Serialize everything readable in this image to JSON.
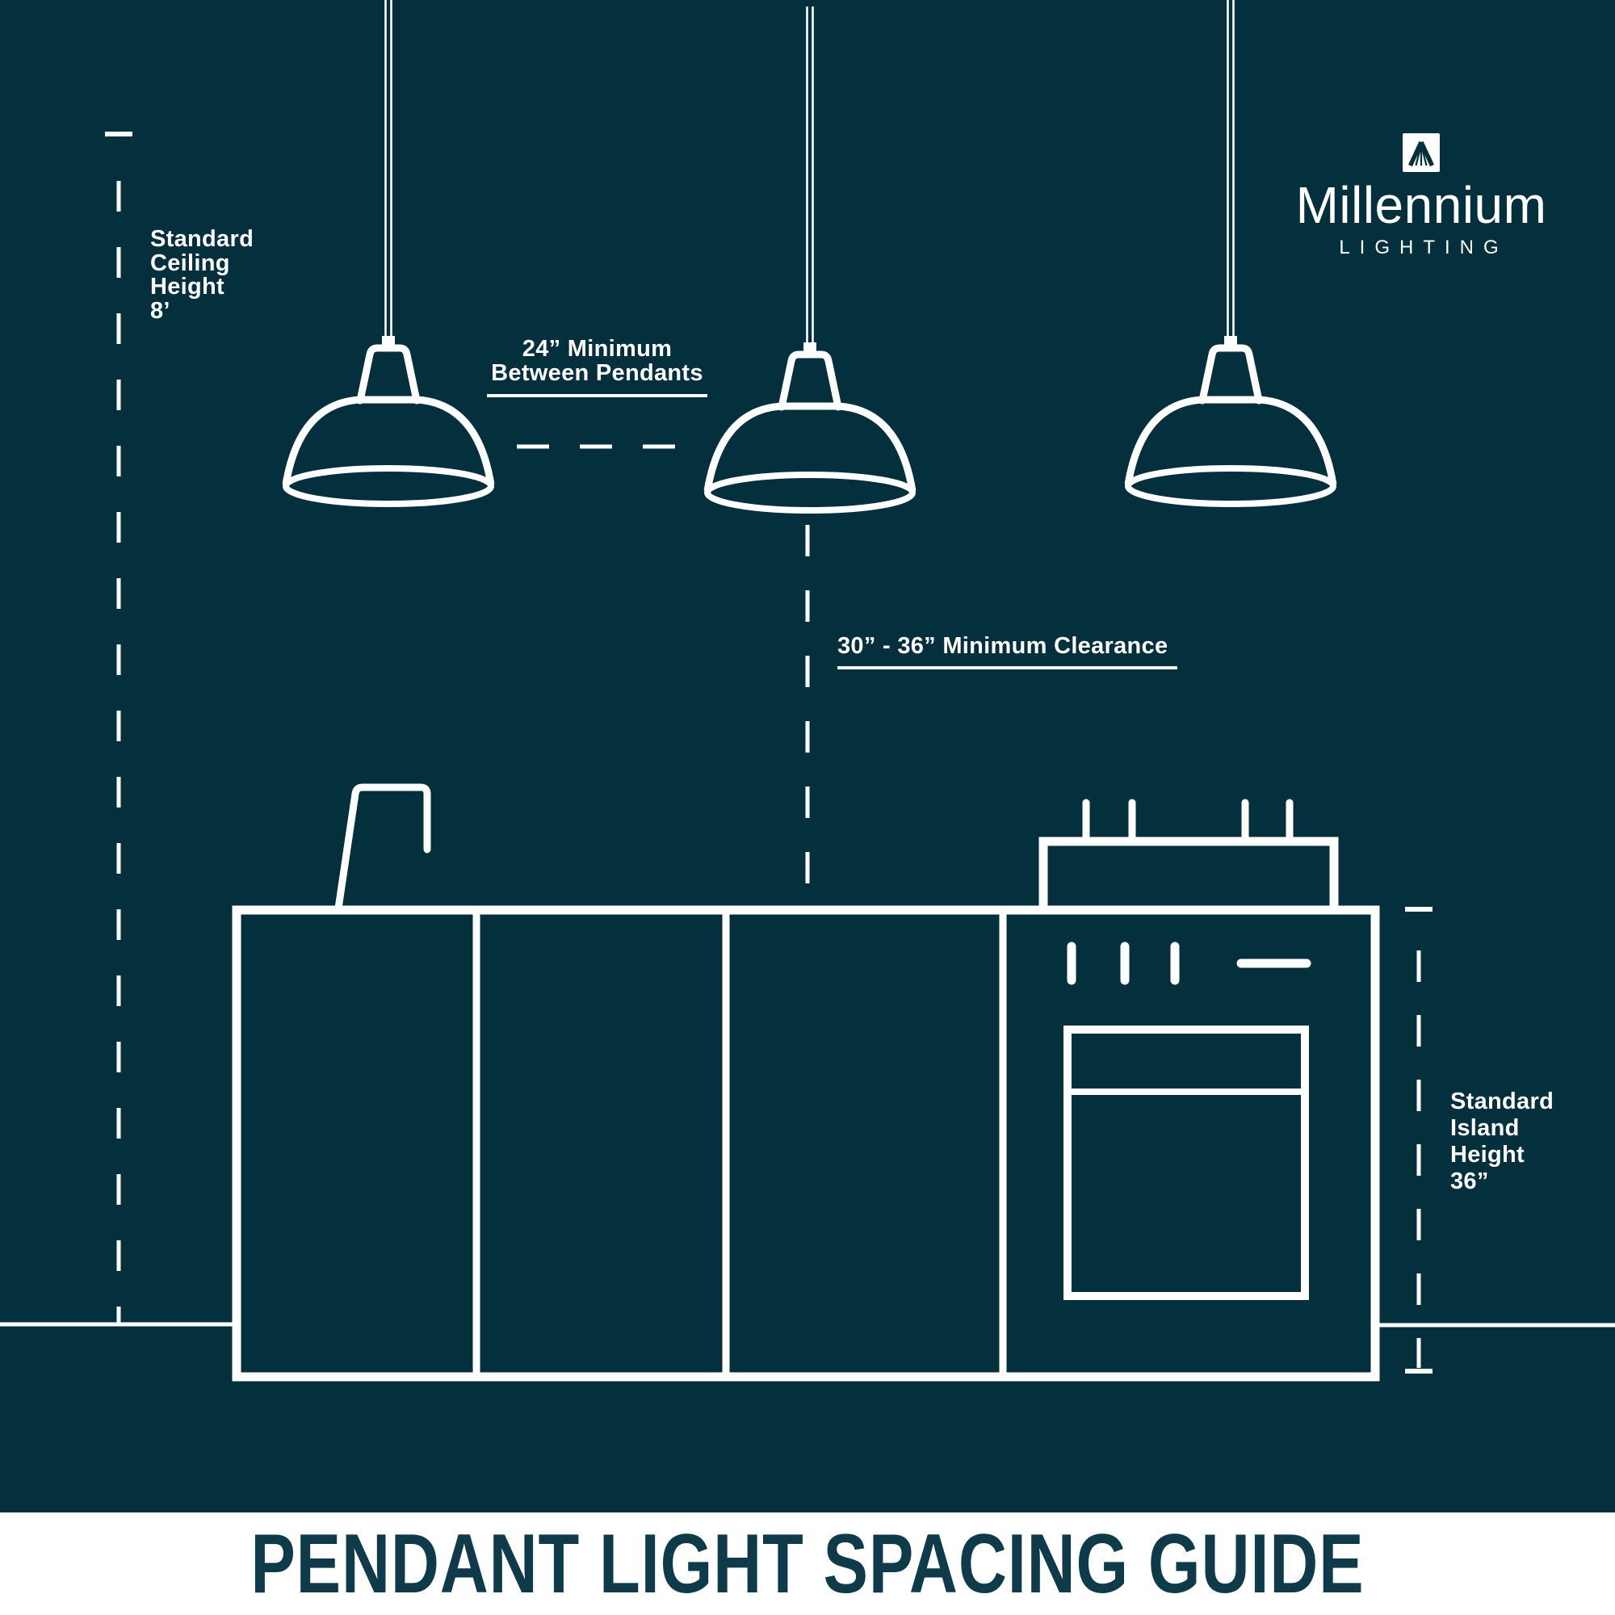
{
  "colors": {
    "background": "#042f3c",
    "line": "#ffffff",
    "banner_background": "#ffffff",
    "banner_text": "#0e3a4a"
  },
  "logo": {
    "brand": "Millennium",
    "subtitle": "LIGHTING"
  },
  "annotations": {
    "ceiling_height": "Standard\nCeiling\nHeight\n8’",
    "between_pendants": "24” Minimum\nBetween Pendants",
    "clearance": "30” - 36” Minimum Clearance",
    "island_height": "Standard\nIsland\nHeight\n36”"
  },
  "banner": {
    "title": "PENDANT LIGHT SPACING GUIDE"
  },
  "diagram": {
    "pendant_count": 3,
    "scene_elements": [
      "pendant-light",
      "kitchen-island",
      "faucet",
      "cooktop",
      "oven",
      "floor-line",
      "dimension-lines"
    ]
  }
}
